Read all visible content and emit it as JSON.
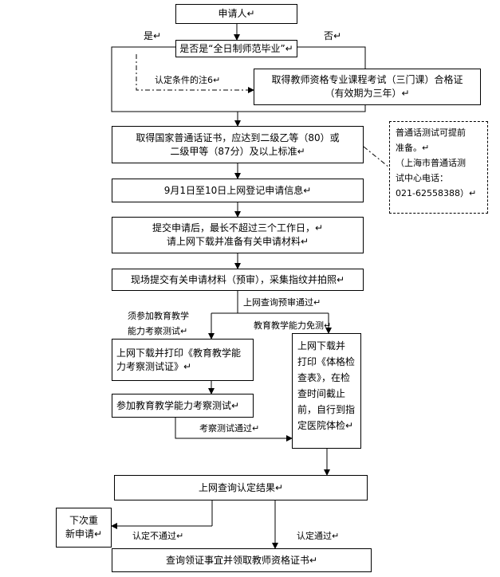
{
  "nodes": {
    "applicant": "申请人↵",
    "graduate_question": "是否是“全日制师范毕业”↵",
    "course_exam": [
      "取得教师资格专业课程考试（三门课）合格证",
      "（有效期为三年）↵"
    ],
    "mandarin_cert": [
      "取得国家普通话证书，应达到二级乙等（80）或",
      "二级甲等（87分）及以上标准↵"
    ],
    "mandarin_note": [
      "普通话测试可提前",
      "准备。↵",
      "（上海市普通话测",
      "试中心电话：",
      "021-62558388）↵"
    ],
    "online_register": "9月1日至10日上网登记申请信息↵",
    "download_materials": [
      "提交申请后，最长不超过三个工作日，↵",
      "请上网下载并准备有关申请材料↵"
    ],
    "submit_onsite": "现场提交有关申请材料（预审），采集指纹并拍照↵",
    "print_test_ticket": [
      "上网下载并打印《教育教学能",
      "力考察测试证》↵"
    ],
    "attend_test": "参加教育教学能力考察测试↵",
    "health_check_form": [
      "上网下载并",
      "打印《体格检",
      "查表》，在检",
      "查时间截止",
      "前，自行到指",
      "定医院体检↵"
    ],
    "query_result": "上网查询认定结果↵",
    "reapply": [
      "下次重",
      "新申请↵"
    ],
    "get_certificate": "查询领证事宜并领取教师资格证书↵"
  },
  "edge_labels": {
    "yes": "是↵",
    "no": "否↵",
    "cert_condition_note": "认定条件的注6↵",
    "pre_review_passed": "上网查询预审通过↵",
    "must_attend_test": [
      "须参加教育教学",
      "能力考察测试↵"
    ],
    "test_exempt": "教育教学能力免测↵",
    "test_passed": "考察测试通过↵",
    "not_approved": "认定不通过↵",
    "approved": "认定通过↵"
  }
}
